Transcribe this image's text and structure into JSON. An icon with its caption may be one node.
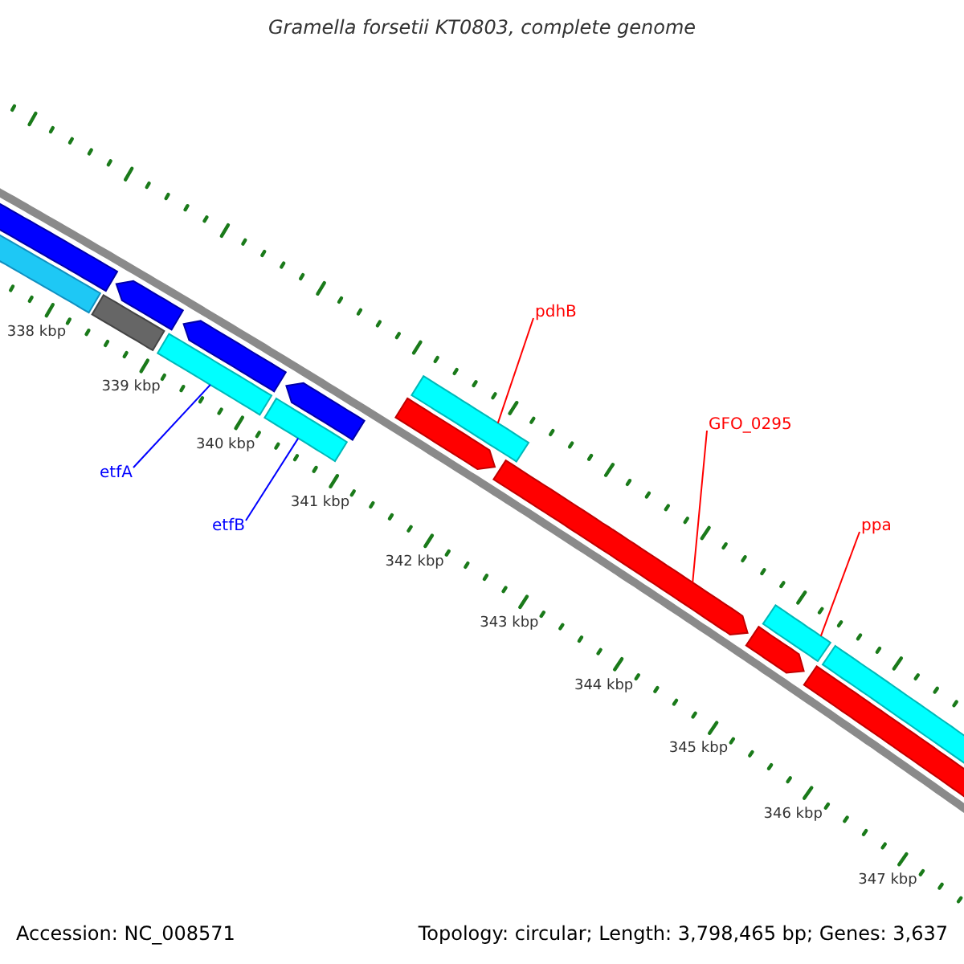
{
  "diagram": {
    "title": "Gramella forsetii KT0803, complete genome",
    "nodes": [
      {
        "text": [
          "pdhB"
        ]
      },
      {
        "text": [
          "GFO_0295"
        ]
      },
      {
        "text": [
          "etfA"
        ]
      },
      {
        "text": [
          "ppa"
        ]
      },
      {
        "text": [
          "etfB"
        ]
      },
      {
        "text": [],
        "shape": "bar"
      },
      {
        "text": [],
        "shape": "bar"
      },
      {
        "text": [],
        "shape": "bar"
      },
      {
        "text": [],
        "shape": "pentagon"
      },
      {
        "text": [],
        "shape": "bar"
      },
      {
        "text": [],
        "shape": "pentagon"
      },
      {
        "text": [],
        "shape": "bar"
      },
      {
        "text": [],
        "shape": "pentagon"
      },
      {
        "text": [],
        "shape": "pentagon"
      },
      {
        "text": [],
        "shape": "bar"
      },
      {
        "text": [],
        "shape": "pentagon"
      },
      {
        "text": [],
        "shape": "pentagon"
      },
      {
        "text": [],
        "shape": "bar"
      },
      {
        "text": [],
        "shape": "bar"
      },
      {
        "text": [],
        "shape": "bar"
      }
    ],
    "edges": [
      {
        "from": 0,
        "to": 14,
        "arrow": "none"
      },
      {
        "from": 1,
        "to": 15,
        "arrow": "none"
      },
      {
        "from": 2,
        "to": 9,
        "arrow": "none",
        "color": "#0000ff"
      },
      {
        "from": 3,
        "to": 17,
        "arrow": "none"
      },
      {
        "from": 4,
        "to": 11,
        "arrow": "none",
        "color": "#0000ff"
      }
    ],
    "labels": [
      "338 kbp",
      "339 kbp",
      "340 kbp",
      "341 kbp",
      "342 kbp",
      "343 kbp",
      "344 kbp",
      "345 kbp",
      "346 kbp",
      "347 kbp",
      "Accession: NC_008571",
      "Topology: circular; Length: 3,798,465 bp; Genes: 3,637"
    ]
  }
}
